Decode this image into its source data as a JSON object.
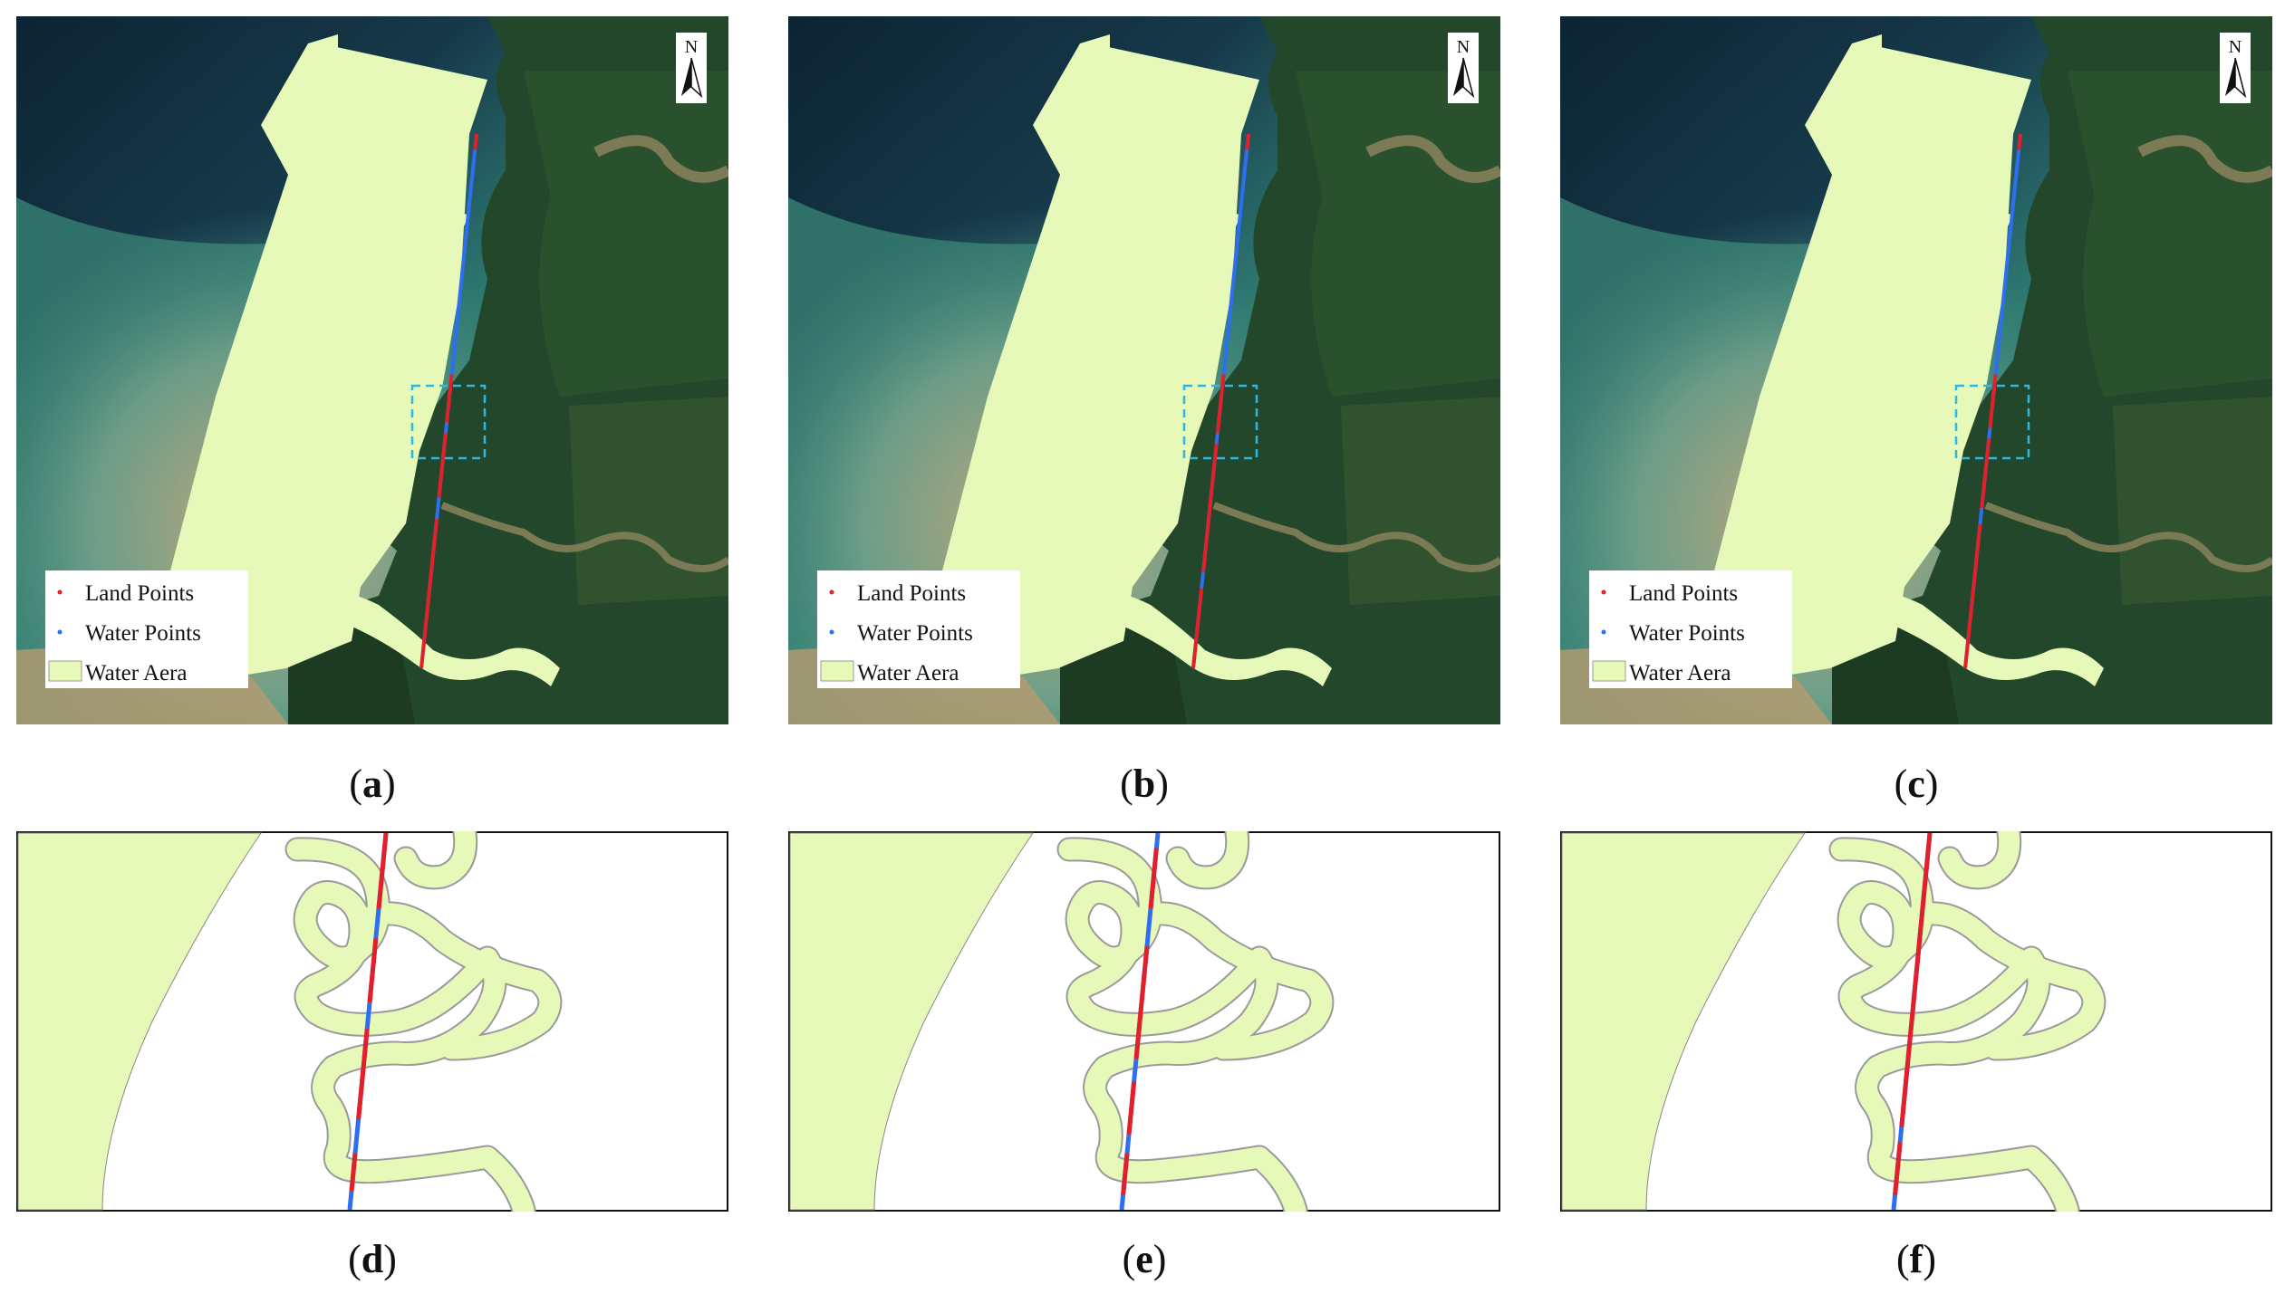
{
  "figure": {
    "panels_top": [
      {
        "id": "a",
        "caption": "a"
      },
      {
        "id": "b",
        "caption": "b"
      },
      {
        "id": "c",
        "caption": "c"
      }
    ],
    "panels_bottom": [
      {
        "id": "d",
        "caption": "d"
      },
      {
        "id": "e",
        "caption": "e"
      },
      {
        "id": "f",
        "caption": "f"
      }
    ],
    "legend": {
      "land": "Land Points",
      "water": "Water Points",
      "area": "Water Aera"
    },
    "north_label": "N"
  },
  "colors": {
    "land_points": "#e3202a",
    "water_points": "#2e6ef0",
    "water_area": "#e6f9b9",
    "zoom_box": "#2ab8e8",
    "deep_sea": "#0f2a3a",
    "coastal_water": "#3f8a7c",
    "sediment": "#c9a77a",
    "forest": "#23472a"
  }
}
